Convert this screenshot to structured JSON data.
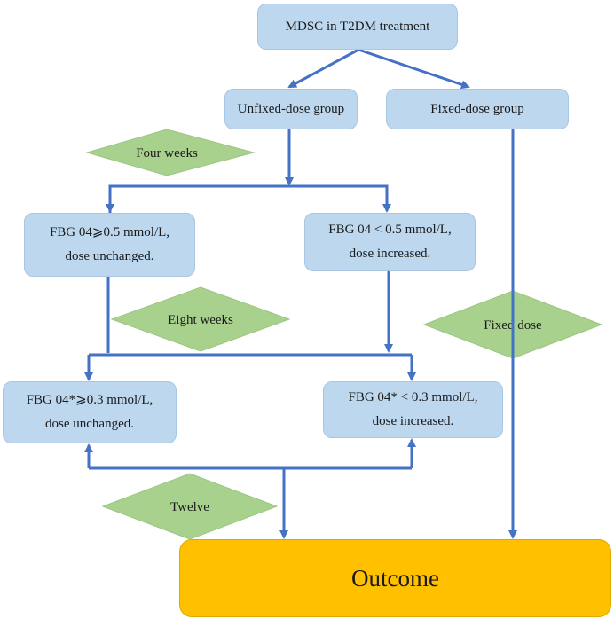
{
  "nodes": {
    "root": "MDSC in T2DM treatment",
    "unfixed": "Unfixed-dose group",
    "fixed": "Fixed-dose group",
    "fbg_a_line1": "FBG 04⩾0.5 mmol/L,",
    "fbg_a_line2": "dose unchanged.",
    "fbg_b_line1": "FBG 04 < 0.5 mmol/L,",
    "fbg_b_line2": "dose increased.",
    "fbg_c_line1": "FBG 04*⩾0.3 mmol/L,",
    "fbg_c_line2": "dose unchanged.",
    "fbg_d_line1": "FBG 04* < 0.3 mmol/L,",
    "fbg_d_line2": "dose increased.",
    "outcome": "Outcome"
  },
  "decisions": {
    "four_weeks": "Four weeks",
    "eight_weeks": "Eight weeks",
    "fixed_dose": "Fixed dose",
    "twelve": "Twelve"
  },
  "colors": {
    "box_fill": "#bdd7ee",
    "diamond_fill": "#a9d18e",
    "arrow": "#4472c4",
    "outcome_fill": "#ffc000"
  }
}
